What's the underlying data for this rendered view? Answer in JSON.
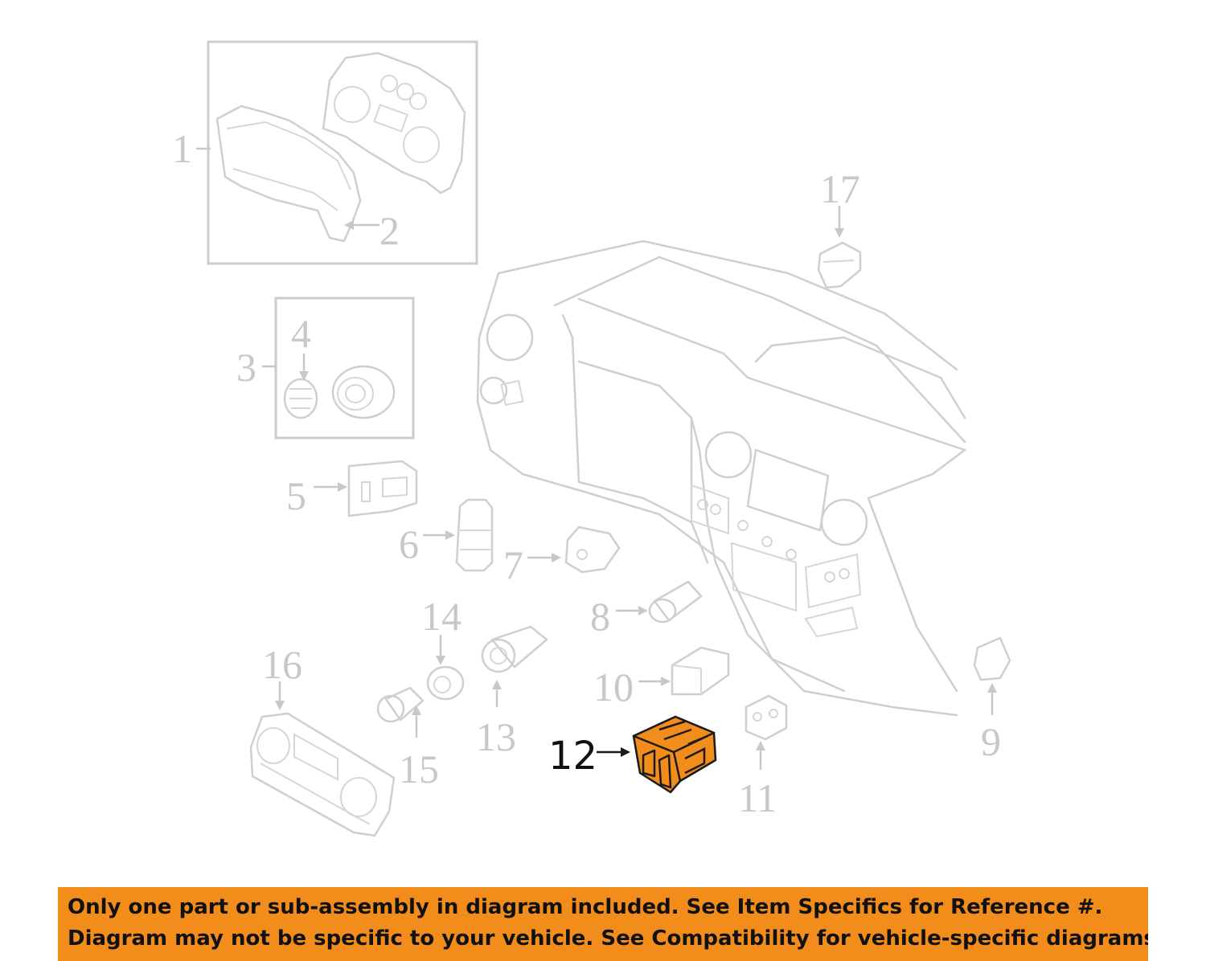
{
  "callouts": {
    "c1": "1",
    "c2": "2",
    "c3": "3",
    "c4": "4",
    "c5": "5",
    "c6": "6",
    "c7": "7",
    "c8": "8",
    "c9": "9",
    "c10": "10",
    "c11": "11",
    "c12": "12",
    "c13": "13",
    "c14": "14",
    "c15": "15",
    "c16": "16",
    "c17": "17"
  },
  "highlighted_part": "12",
  "colors": {
    "highlight": "#f28c1a",
    "outline": "#cfcfcf",
    "text_active": "#111111"
  },
  "notice": {
    "line1": "Only one part or sub-assembly in diagram included. See Item Specifics for Reference #.",
    "line2": "Diagram may not be specific to your vehicle. See Compatibility for vehicle-specific diagrams."
  }
}
